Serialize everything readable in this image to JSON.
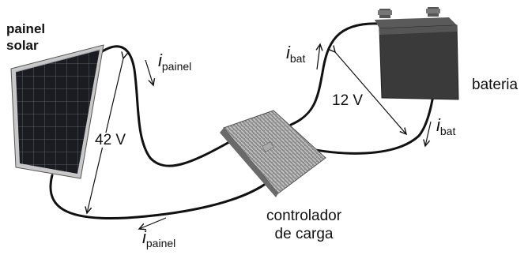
{
  "labels": {
    "panel": [
      "painel",
      "solar"
    ],
    "battery": "bateria",
    "controller": [
      "controlador",
      "de carga"
    ],
    "v_panel": "42 V",
    "v_battery": "12 V"
  },
  "currents": {
    "symbol": "i",
    "panel_sub": "painel",
    "battery_sub": "bat"
  },
  "colors": {
    "ink": "#111111",
    "panel_cell": "#1a1c22",
    "panel_frame": "#c8c8c8",
    "battery_body": "#3a3a3a",
    "heatsink": "#9a9a9a"
  }
}
